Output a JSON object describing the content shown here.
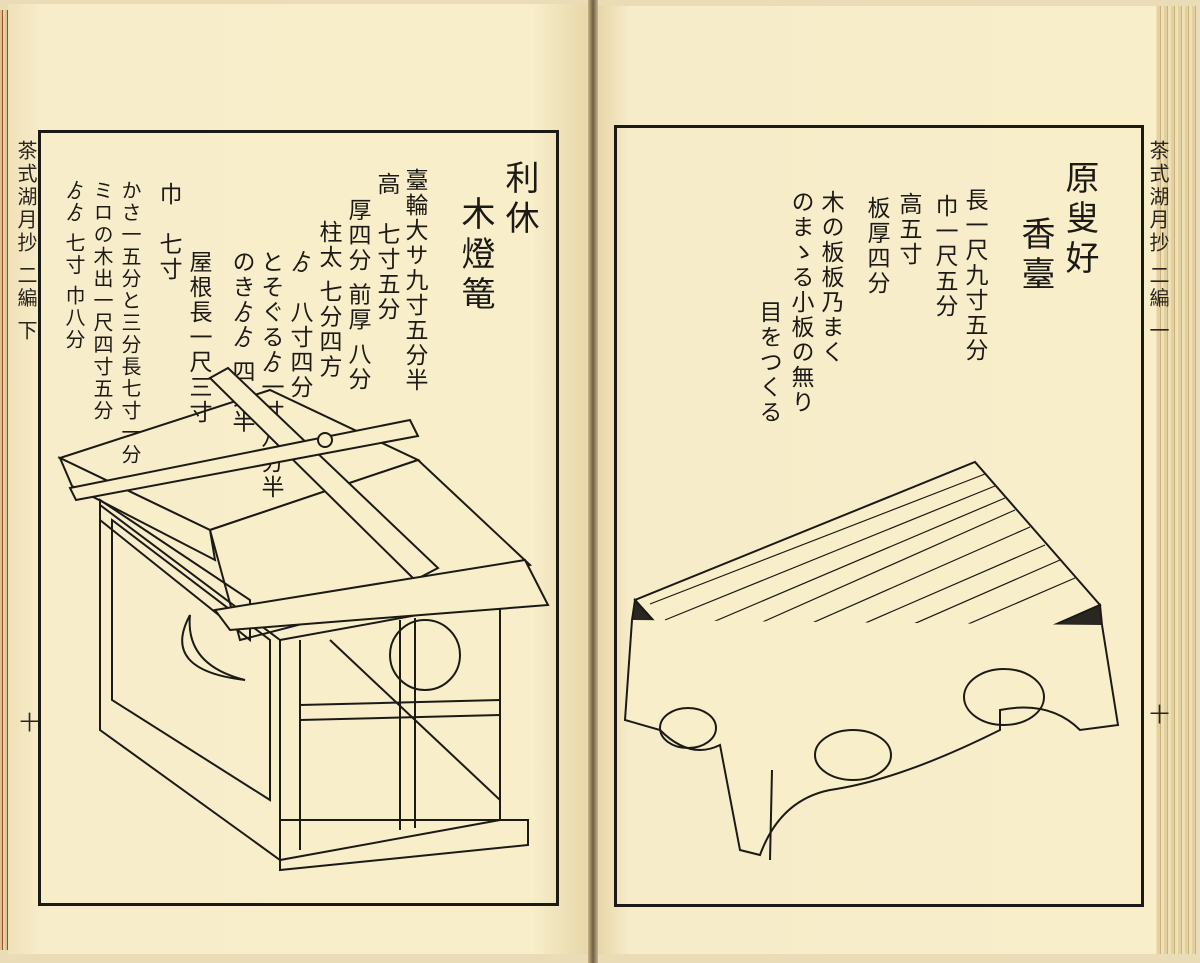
{
  "left_page": {
    "margin_title": "茶式湖月抄 二編 下",
    "page_number": "十",
    "author": "利休",
    "item_title": "木燈篭",
    "lines": [
      "臺輪大サ九寸五分半",
      "高　七寸五分",
      "厚四分 前厚 八分",
      "柱太 七分四方",
      "ゟ　八寸四分",
      "とそぐるゟ一寸八分半",
      "のきゟゟ 四分半",
      "屋根長一尺三寸",
      "巾　七寸",
      "かさ一五分と三分長七寸一分",
      "ミロの木出一尺四寸五分",
      "ゟゟ 七寸 巾八分"
    ]
  },
  "right_page": {
    "margin_title": "茶式湖月抄 二編 一",
    "page_number": "十",
    "author": "原叟好",
    "item_title": "香臺",
    "lines": [
      "長一尺九寸五分",
      "巾一尺五分",
      "高五寸",
      "板厚四分",
      "木の板板乃まく",
      "のまゝる小板の無り",
      "目をつくる"
    ]
  },
  "colors": {
    "paper": "#f7ecc9",
    "ink": "#1c1a16"
  }
}
